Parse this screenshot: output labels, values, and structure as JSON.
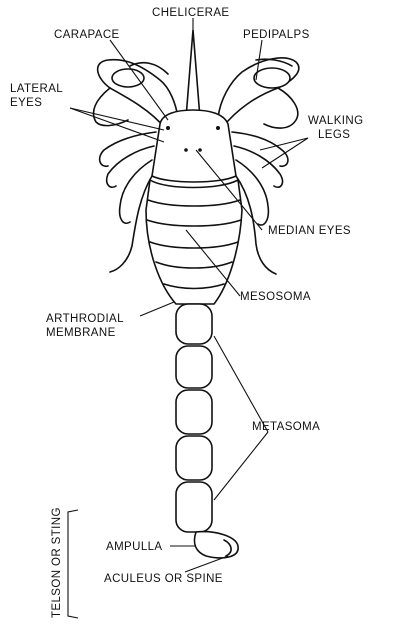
{
  "labels": {
    "chelicerae": "CHELICERAE",
    "carapace": "CARAPACE",
    "pedipalps": "PEDIPALPS",
    "lateral_eyes_1": "LATERAL",
    "lateral_eyes_2": "EYES",
    "walking_legs_1": "WALKING",
    "walking_legs_2": "LEGS",
    "median_eyes": "MEDIAN EYES",
    "mesosoma": "MESOSOMA",
    "arthrodial_1": "ARTHRODIAL",
    "arthrodial_2": "MEMBRANE",
    "metasoma": "METASOMA",
    "ampulla": "AMPULLA",
    "aculeus": "ACULEUS OR SPINE",
    "telson": "TELSON OR STING"
  }
}
